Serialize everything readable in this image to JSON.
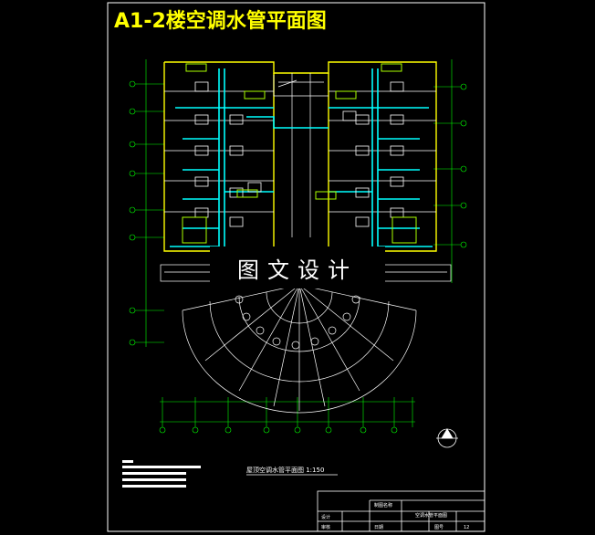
{
  "drawing": {
    "title": "A1-2楼空调水管平面图",
    "plan_caption": "屋顶空调水管平面图 1:150",
    "watermark": "图文设计",
    "title_block": {
      "header_label": "制图名称",
      "drawing_name": "空调水管平面图",
      "row_labels": [
        "设计",
        "审核",
        "日期"
      ],
      "sheet_label": "图号",
      "sheet_number": "12"
    }
  },
  "colors": {
    "background": "#000000",
    "frame": "#ffffff",
    "title": "#ffff00",
    "grid_lines": "#00ff00",
    "walls": "#ffff00",
    "pipes": "#00ffff",
    "text": "#ffffff"
  }
}
